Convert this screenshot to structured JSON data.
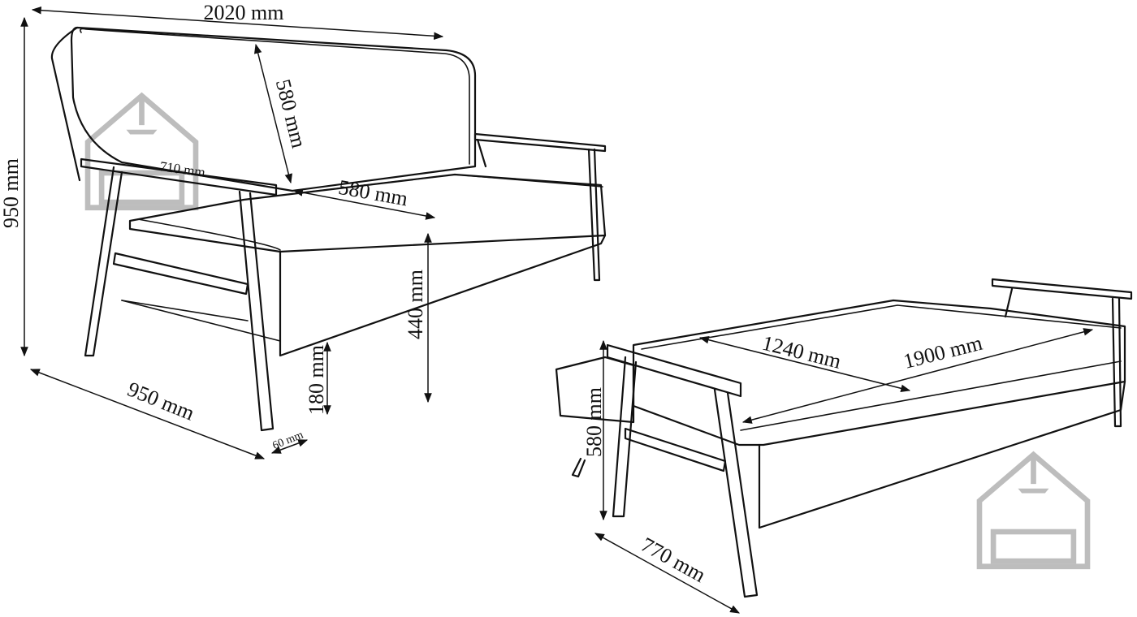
{
  "dimensions": {
    "width_total": "2020 mm",
    "height_total": "950 mm",
    "depth_total": "950 mm",
    "back_height": "580 mm",
    "armrest_length": "710 mm",
    "seat_depth": "580 mm",
    "seat_height": "440 mm",
    "leg_clearance": "180 mm",
    "armrest_width": "60 mm",
    "bed_width": "1240 mm",
    "bed_length": "1900 mm",
    "bed_side_height": "580 mm",
    "bed_depth": "770 mm"
  },
  "colors": {
    "line": "#111111",
    "watermark": "#bdbdbd"
  },
  "icons": [
    "house-sofa-logo-icon",
    "house-sofa-logo-icon"
  ]
}
